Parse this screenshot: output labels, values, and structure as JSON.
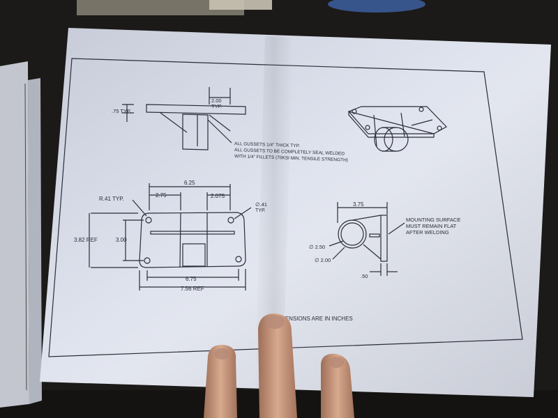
{
  "drawing": {
    "top_view": {
      "flange_width_dim": "2.00",
      "flange_width_note": "TYP.",
      "flange_thickness_dim": ".75 TYP.",
      "gusset_note_1": "ALL GUSSETS 1/4\" THICK TYP.",
      "gusset_note_2": "ALL GUSSETS TO BE COMPLETELY SEAL WELDED",
      "gusset_note_3": "WITH 1/4\" FILLETS (70KSI MIN. TENSILE STRENGTH)"
    },
    "plan_view": {
      "overall_dim": "6.25",
      "left_dim": "2.75",
      "right_dim": "2.075",
      "radius_dim": "R.41  TYP.",
      "hole_dim": "∅.41",
      "hole_note": "TYP.",
      "height_ref": "3.82 REF",
      "height_dim": "3.00",
      "hole_spacing_dim": "6.75",
      "width_ref": "7.56 REF"
    },
    "side_view": {
      "length_dim": "3.75",
      "outer_dia": "∅ 2.50",
      "inner_dia": "∅ 2.00",
      "offset_dim": ".50",
      "mount_note_1": "MOUNTING SURFACE",
      "mount_note_2": "MUST REMAIN FLAT",
      "mount_note_3": "AFTER WELDING"
    },
    "footer_note": "ALL DIMENSIONS ARE IN INCHES"
  },
  "colors": {
    "background": "#1b1a18",
    "paper": "#d9dde8",
    "ink": "#2a2c38",
    "skin": "#c89a80"
  }
}
